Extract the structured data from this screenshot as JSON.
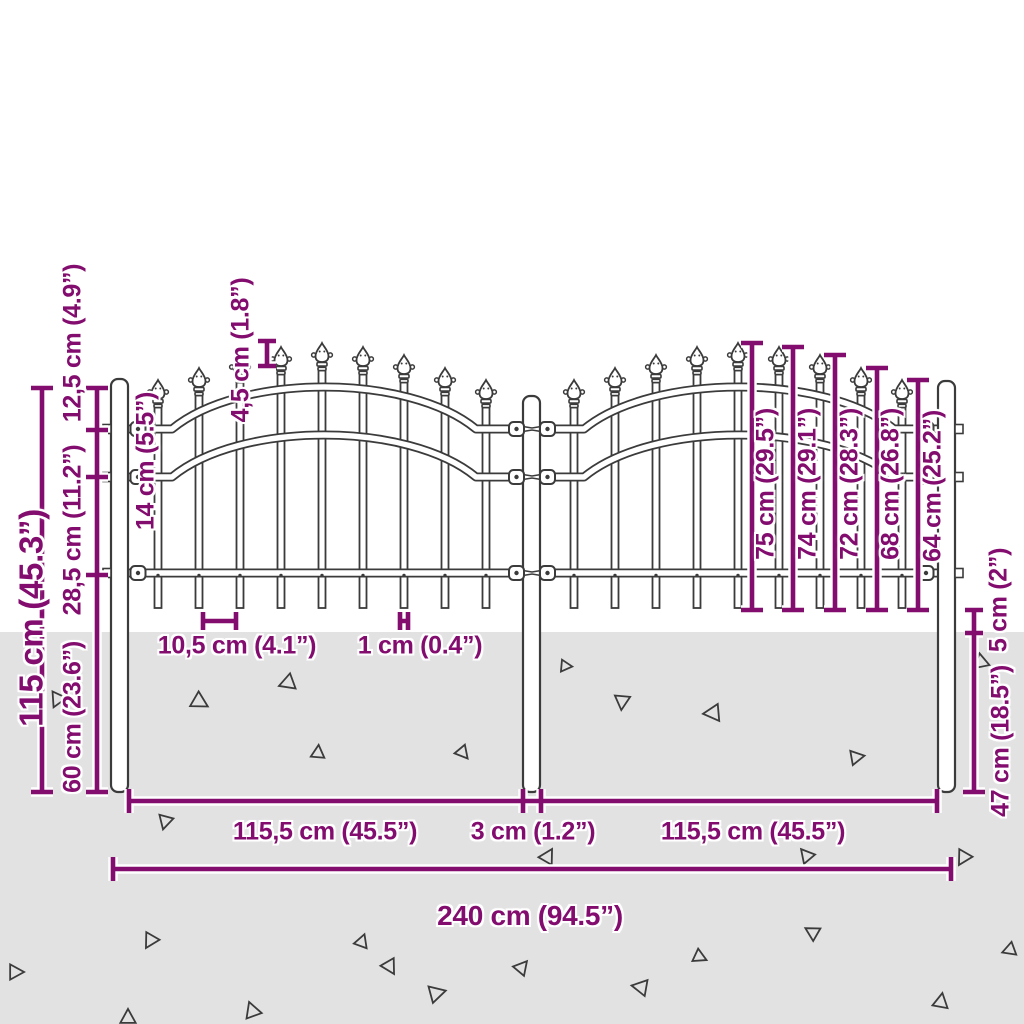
{
  "diagram": {
    "kind": "garden-fence-dimension-diagram",
    "subject": "black steel fence with spear top, two arched panels, three posts, partly buried in ground",
    "colors": {
      "dimension_annotation": "#830d6f",
      "line_art": "#3b3b3b",
      "ground": "#e2e2e2",
      "background": "#ffffff"
    },
    "labels": {
      "total_height": "115 cm (45.3”)",
      "top_rail_offset": "12,5 cm (4.9”)",
      "rail_spacing": "14 cm (5.5”)",
      "mid_to_bottom_rail": "28,5 cm (11.2”)",
      "underground_depth": "60 cm (23.6”)",
      "spear_height": "4,5 cm (1.8”)",
      "picket_gap": "10,5 cm (4.1”)",
      "picket_width": "1 cm (0.4”)",
      "picket_height_1": "75 cm (29.5”)",
      "picket_height_2": "74 cm (29.1”)",
      "picket_height_3": "72 cm (28.3”)",
      "picket_height_4": "68 cm (26.8”)",
      "picket_height_5": "64 cm (25.2”)",
      "ground_clearance": "5 cm (2”)",
      "post_underground": "47 cm (18.5”)",
      "panel_width_left": "115,5 cm (45.5”)",
      "post_width": "3 cm (1.2”)",
      "panel_width_right": "115,5 cm (45.5”)",
      "total_width": "240 cm (94.5”)"
    }
  }
}
